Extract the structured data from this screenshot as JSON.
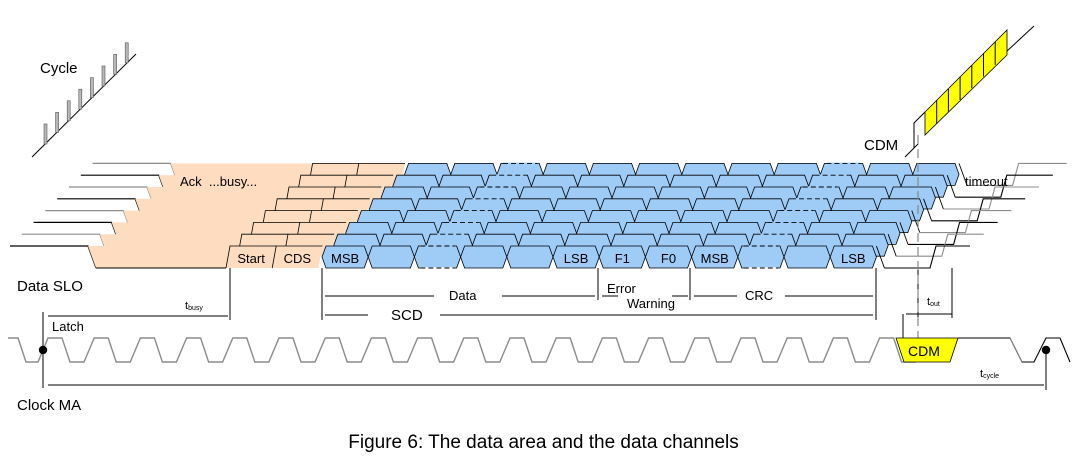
{
  "figure": {
    "caption": "Figure 6: The data area and the data channels",
    "colors": {
      "busy_fill": "#fddcbf",
      "data_fill": "#9fcbf7",
      "cdm_fill": "#ffff00",
      "line_dark": "#000000",
      "line_gray": "#8c8c8c"
    }
  },
  "labels": {
    "cycle": "Cycle",
    "cdm_top": "CDM",
    "timeout": "timeout",
    "ack_busy": "Ack  ...busy...",
    "data_slo": "Data SLO",
    "clock_ma": "Clock MA",
    "latch": "Latch",
    "t_busy_main": "t",
    "t_busy_sub": "busy",
    "t_out_main": "t",
    "t_out_sub": "out",
    "t_cycle_main": "t",
    "t_cycle_sub": "cycle",
    "data": "Data",
    "error": "Error",
    "warning": "Warning",
    "crc": "CRC",
    "scd": "SCD",
    "cdm_clock": "CDM"
  },
  "front_row": {
    "pre_blocks": [
      "Start",
      "CDS"
    ],
    "data_blocks": [
      "MSB",
      "",
      "",
      "",
      "",
      "LSB",
      "F1",
      "F0",
      "MSB",
      "",
      "",
      "LSB"
    ],
    "dashed_block_indices": [
      2,
      9
    ]
  },
  "stack": {
    "row_count": 8
  }
}
